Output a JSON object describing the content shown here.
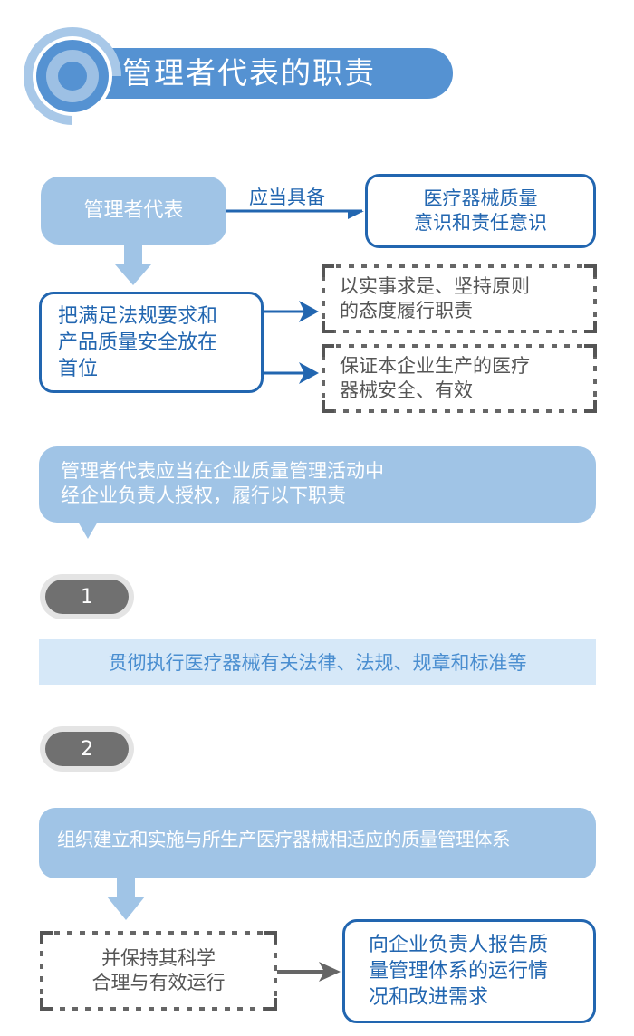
{
  "header": {
    "title": "管理者代表的职责",
    "icon": "target-circle-icon",
    "colors": {
      "bar": "#5592d2",
      "ring_light": "#a8c8e8"
    }
  },
  "flow1": {
    "source_box": "管理者代表",
    "arrow_label": "应当具备",
    "target_box_lines": [
      "医疗器械质量",
      "意识和责任意识"
    ],
    "priority_box_lines": [
      "把满足法规要求和",
      "产品质量安全放在",
      "首位"
    ],
    "dashed_boxes": [
      {
        "lines": [
          "以实事求是、坚持原则",
          "的态度履行职责"
        ]
      },
      {
        "lines": [
          "保证本企业生产的医疗",
          "器械安全、有效"
        ]
      }
    ]
  },
  "intro_bubble": {
    "lines": [
      "管理者代表应当在企业质量管理活动中",
      "经企业负责人授权，履行以下职责"
    ]
  },
  "duties": [
    {
      "number": "1",
      "text": "贯彻执行医疗器械有关法律、法规、规章和标准等"
    },
    {
      "number": "2",
      "text": "组织建立和实施与所生产医疗器械相适应的质量管理体系",
      "dashed_box_lines": [
        "并保持其科学",
        "合理与有效运行"
      ],
      "report_box_lines": [
        "向企业负责人报告质",
        "量管理体系的运行情",
        "况和改进需求"
      ]
    }
  ],
  "colors": {
    "primary_blue": "#2266b0",
    "light_blue": "#a0c4e6",
    "pale_blue": "#d6e8f8",
    "dark_gray": "#555555",
    "badge_gray": "#707070"
  }
}
